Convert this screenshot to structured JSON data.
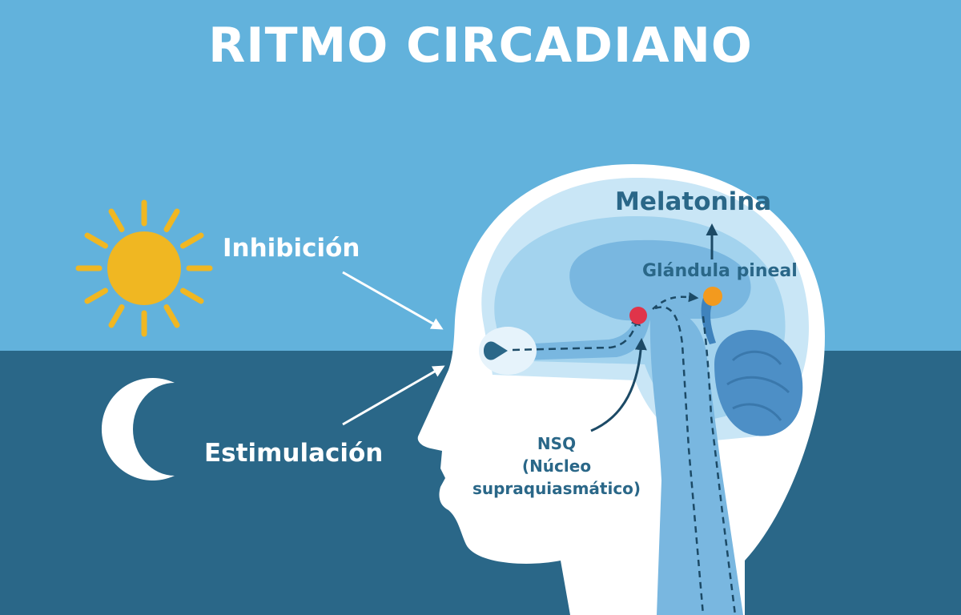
{
  "title": "RITMO CIRCADIANO",
  "labels": {
    "inhibition": "Inhibición",
    "stimulation": "Estimulación",
    "melatonin": "Melatonina",
    "pineal_gland": "Glándula pineal",
    "nsq_abbr": "NSQ",
    "nsq_line2": "(Núcleo",
    "nsq_line3": "supraquiasmático)"
  },
  "icons": {
    "day": "sun-icon",
    "night": "moon-icon"
  },
  "colors": {
    "sky_day": "#62b2dc",
    "sky_night": "#2a6788",
    "sun": "#f0b722",
    "head": "#ffffff",
    "brain": "#c9e6f6",
    "brain_inner": "#a3d3ee",
    "structures": "#79b7e0",
    "cerebellum": "#4d8fc6",
    "text_dark": "#2a6788",
    "nsq_dot": "#e0344a",
    "pineal_dot": "#f39a1e"
  }
}
